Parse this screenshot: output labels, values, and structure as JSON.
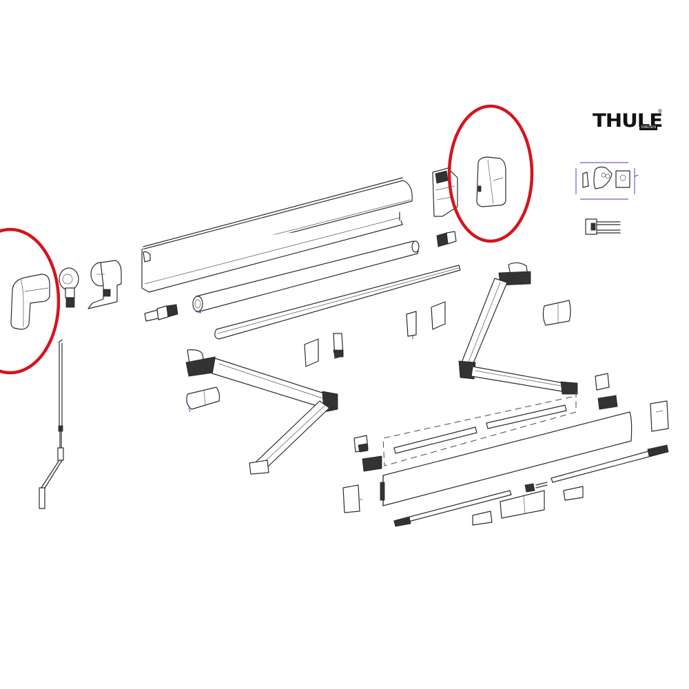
{
  "brand": {
    "logo_text": "THULE",
    "logo_subtext": "SWEDEN",
    "registered_mark": "®"
  },
  "diagram": {
    "type": "exploded-parts-diagram",
    "subject": "Awning assembly parts",
    "highlight_color": "#d4141c",
    "line_color": "#2a2a2a",
    "accent_frame_color": "#7c7cd6",
    "highlighted_parts": [
      {
        "id": "left-end-cap-cover",
        "description": "Left end cap cover (circled)"
      },
      {
        "id": "right-end-cap-cover",
        "description": "Right end cap cover (circled)"
      }
    ],
    "parts": [
      {
        "id": "crank-handle"
      },
      {
        "id": "left-gear-hub"
      },
      {
        "id": "left-end-bracket"
      },
      {
        "id": "awning-case-profile"
      },
      {
        "id": "roller-tube"
      },
      {
        "id": "lower-lip-profile"
      },
      {
        "id": "roller-end-plug-left"
      },
      {
        "id": "roller-end-plug-right"
      },
      {
        "id": "right-end-bracket"
      },
      {
        "id": "mounting-brackets"
      },
      {
        "id": "left-arm"
      },
      {
        "id": "right-arm"
      },
      {
        "id": "arm-covers"
      },
      {
        "id": "front-rail"
      },
      {
        "id": "tension-bars"
      },
      {
        "id": "support-legs"
      },
      {
        "id": "front-rail-end-caps"
      },
      {
        "id": "inset-kit-parts"
      }
    ]
  }
}
